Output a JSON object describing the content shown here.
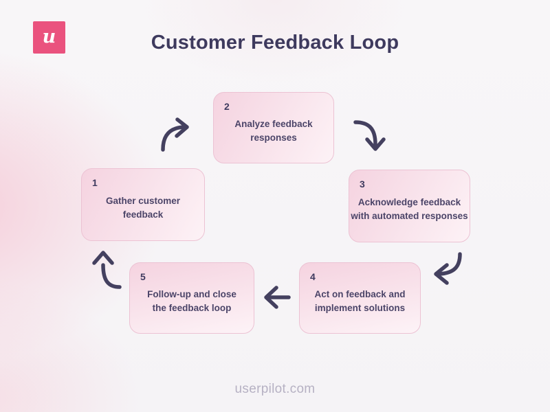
{
  "brand": {
    "logo_letter": "u",
    "logo_color": "#ea527e",
    "website": "userpilot.com"
  },
  "header": {
    "title": "Customer Feedback Loop"
  },
  "diagram": {
    "type": "cycle",
    "steps": [
      {
        "number": "1",
        "label": "Gather customer feedback"
      },
      {
        "number": "2",
        "label": "Analyze feedback responses"
      },
      {
        "number": "3",
        "label": "Acknowledge feedback with automated responses"
      },
      {
        "number": "4",
        "label": "Act on feedback and implement solutions"
      },
      {
        "number": "5",
        "label": "Follow-up and close the feedback loop"
      }
    ],
    "arrows": [
      {
        "from": "1",
        "to": "2",
        "shape": "curve-up-right"
      },
      {
        "from": "2",
        "to": "3",
        "shape": "curve-right-down"
      },
      {
        "from": "3",
        "to": "4",
        "shape": "curve-down-left"
      },
      {
        "from": "4",
        "to": "5",
        "shape": "straight-left"
      },
      {
        "from": "5",
        "to": "1",
        "shape": "curve-left-up"
      }
    ]
  },
  "colors": {
    "accent_pink": "#ea527e",
    "box_fill": "#f5d3e0",
    "box_border": "#ecc2d3",
    "title_text": "#3e3a5e",
    "body_text": "#4b4468",
    "arrow": "#44405f",
    "footer_text": "#b6b1c3"
  }
}
